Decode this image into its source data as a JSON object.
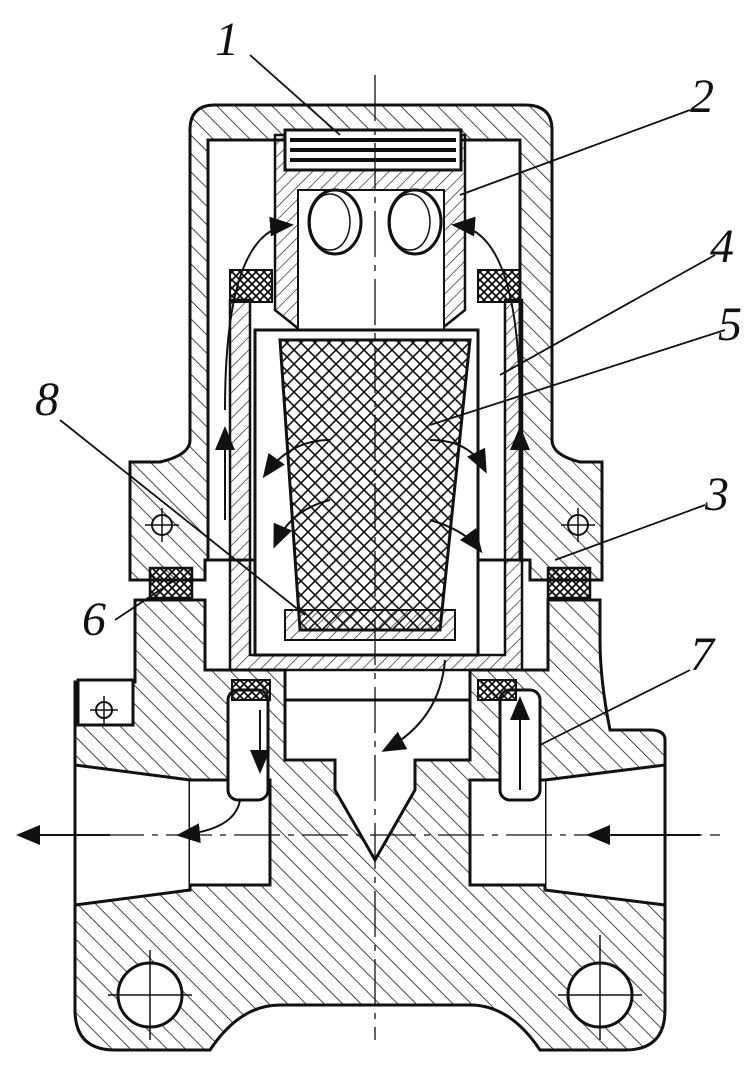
{
  "drawing": {
    "callouts": [
      "1",
      "2",
      "3",
      "4",
      "5",
      "6",
      "7",
      "8"
    ]
  },
  "colors": {
    "ink": "#111111",
    "paper": "#ffffff",
    "hatch": "#1a1a1a"
  }
}
